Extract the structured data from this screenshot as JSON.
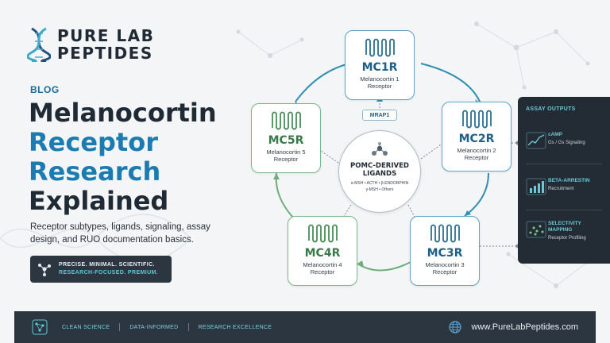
{
  "brand": {
    "logo_line1": "PURE LAB",
    "logo_line2": "PEPTIDES"
  },
  "hero": {
    "tag": "BLOG",
    "title_lines": [
      "Melanocortin",
      "Receptor",
      "Research",
      "Explained"
    ],
    "subtitle": "Receptor subtypes, ligands, signaling, assay design, and RUO documentation basics.",
    "tagline_l1": "PRECISE. MINIMAL. SCIENTIFIC.",
    "tagline_l2": "RESEARCH-FOCUSED. PREMIUM."
  },
  "diagram": {
    "receptors": [
      {
        "code": "MC1R",
        "name_l1": "Melanocortin 1",
        "name_l2": "Receptor"
      },
      {
        "code": "MC2R",
        "name_l1": "Melanocortin 2",
        "name_l2": "Receptor"
      },
      {
        "code": "MC3R",
        "name_l1": "Melanocortin 3",
        "name_l2": "Receptor"
      },
      {
        "code": "MC4R",
        "name_l1": "Melanocortin 4",
        "name_l2": "Receptor"
      },
      {
        "code": "MC5R",
        "name_l1": "Melanocortin 5",
        "name_l2": "Receptor"
      }
    ],
    "mrap": "MRAP1",
    "center": {
      "title_l1": "POMC-DERIVED",
      "title_l2": "LIGANDS",
      "sub_l1": "α-MSH • ACTH • β-ENDORPHIN",
      "sub_l2": "γ-MSH • Others"
    }
  },
  "assay": {
    "header": "ASSAY OUTPUTS",
    "items": [
      {
        "title_l1": "cAMP",
        "title_l2": "",
        "desc": "Gs / Gs Signaling"
      },
      {
        "title_l1": "BETA-ARRESTIN",
        "title_l2": "",
        "desc": "Recruitment"
      },
      {
        "title_l1": "SELECTIVITY",
        "title_l2": "MAPPING",
        "desc": "Receptor Profiling"
      }
    ]
  },
  "footer": {
    "items": [
      "CLEAN SCIENCE",
      "DATA-INFORMED",
      "RESEARCH EXCELLENCE"
    ],
    "url": "www.PureLabPeptides.com"
  },
  "colors": {
    "accent_blue": "#1c7bb0",
    "teal": "#5fc7d6",
    "dark_panel": "#2b3641",
    "ring": "#2f8fb0",
    "ring_green": "#6fae7c"
  }
}
